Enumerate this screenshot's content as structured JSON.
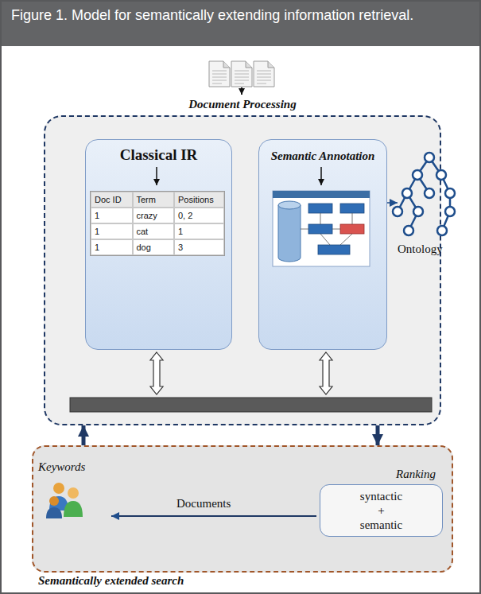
{
  "diagram": {
    "title": "Figure 1. Model for semantically extending information retrieval.",
    "nodes": [
      {
        "text": [
          "Document Processing"
        ]
      },
      {
        "text": [
          "Classical IR"
        ],
        "in": 0
      },
      {
        "text": [
          "Semantic Annotation"
        ],
        "in": 0
      },
      {
        "text": [
          "Semantically extended search"
        ]
      },
      {
        "text": [
          "Ranking",
          "syntactic + semantic"
        ],
        "in": 3
      }
    ],
    "edges": [
      {
        "from": 3,
        "to": 0,
        "arrow": "to"
      },
      {
        "from": 0,
        "to": 3,
        "arrow": "to"
      }
    ],
    "labels": [
      "Doc ID",
      "Term",
      "Positions",
      "1",
      "crazy",
      "0, 2",
      "1",
      "cat",
      "1",
      "1",
      "dog",
      "3",
      "Ontology",
      "Keywords",
      "Documents"
    ]
  }
}
